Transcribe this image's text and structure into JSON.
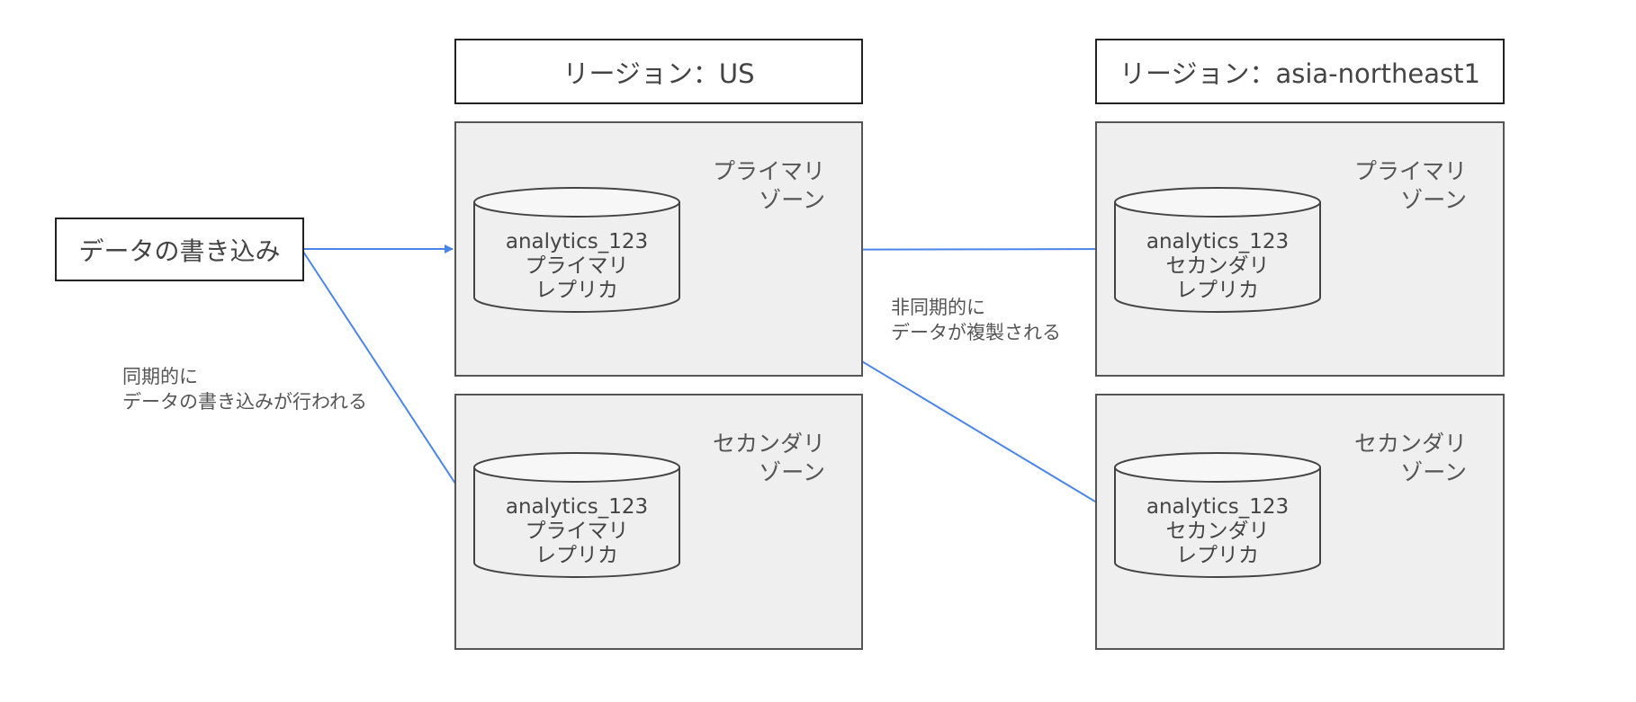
{
  "regions": [
    {
      "label": "リージョン：US",
      "zones": [
        {
          "label_lines": [
            "プライマリ",
            "ゾーン"
          ],
          "replica": {
            "name": "analytics_123",
            "role_lines": [
              "プライマリ",
              "レプリカ"
            ]
          }
        },
        {
          "label_lines": [
            "セカンダリ",
            "ゾーン"
          ],
          "replica": {
            "name": "analytics_123",
            "role_lines": [
              "プライマリ",
              "レプリカ"
            ]
          }
        }
      ]
    },
    {
      "label": "リージョン：asia-northeast1",
      "zones": [
        {
          "label_lines": [
            "プライマリ",
            "ゾーン"
          ],
          "replica": {
            "name": "analytics_123",
            "role_lines": [
              "セカンダリ",
              "レプリカ"
            ]
          }
        },
        {
          "label_lines": [
            "セカンダリ",
            "ゾーン"
          ],
          "replica": {
            "name": "analytics_123",
            "role_lines": [
              "セカンダリ",
              "レプリカ"
            ]
          }
        }
      ]
    }
  ],
  "write_box": {
    "label": "データの書き込み"
  },
  "notes": {
    "sync": [
      "同期的に",
      "データの書き込みが行われる"
    ],
    "async": [
      "非同期的に",
      "データが複製される"
    ]
  },
  "colors": {
    "arrow": "#4a86e8",
    "zone_fill": "#efefef",
    "border": "#222222"
  }
}
